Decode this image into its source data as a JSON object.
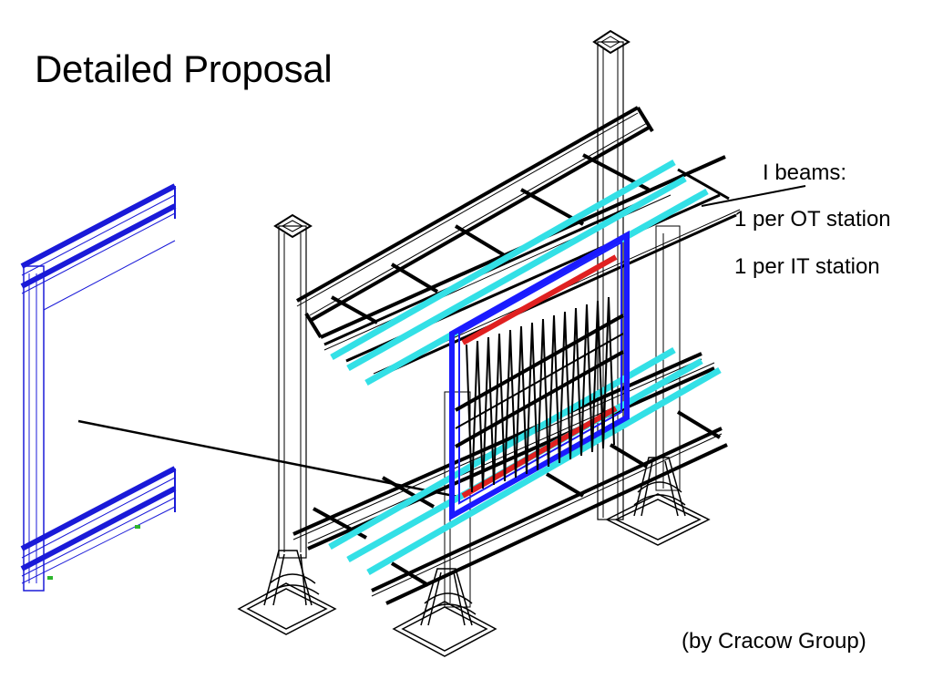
{
  "slide": {
    "title": "Detailed Proposal",
    "callout": {
      "heading": "I beams:",
      "line1": "1 per OT station",
      "line2": "1 per IT station"
    },
    "credit": "(by Cracow Group)"
  },
  "colors": {
    "structure": "#000000",
    "beam_cyan": "#33e0e6",
    "frame_blue": "#1a1aff",
    "frame_red": "#e02020",
    "side_view_blue": "#1a1ad8"
  }
}
